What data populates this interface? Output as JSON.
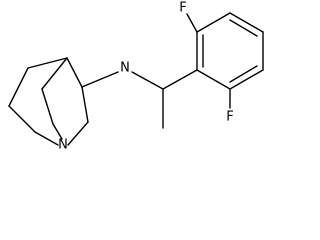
{
  "molecule": {
    "atoms": {
      "amine_nitrogen": "N",
      "bridgehead_nitrogen": "N",
      "fluorine_top": "F",
      "fluorine_bottom": "F"
    }
  }
}
